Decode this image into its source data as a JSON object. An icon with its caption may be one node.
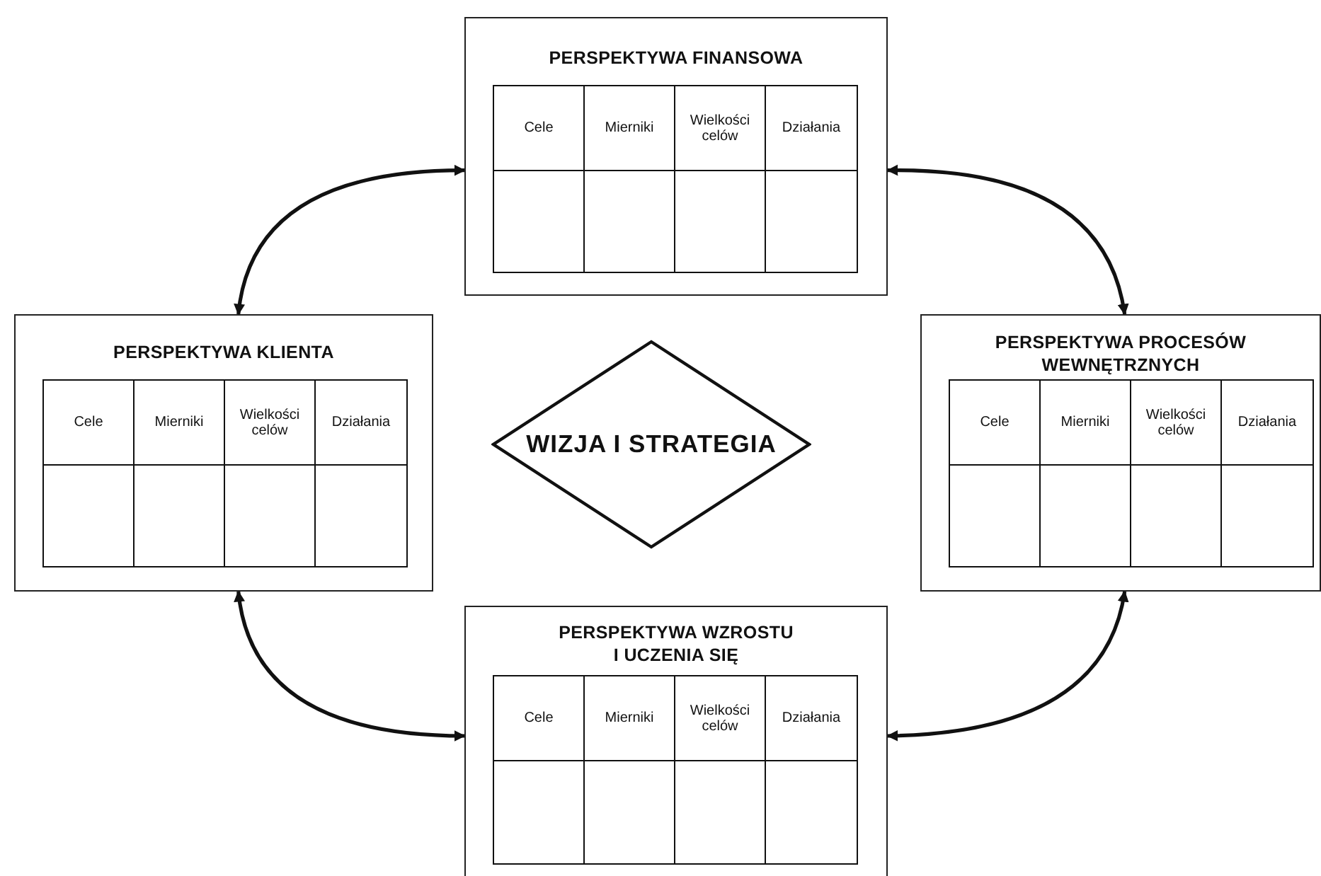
{
  "diagram": {
    "nodes": [
      {
        "text": [
          "PERSPEKTYWA FINANSOWA"
        ]
      },
      {
        "text": [
          "PERSPEKTYWA KLIENTA"
        ]
      },
      {
        "text": [
          "WIZJA I STRATEGIA"
        ]
      },
      {
        "text": [
          "PERSPEKTYWA PROCESÓW WEWNĘTRZNYCH"
        ]
      },
      {
        "text": [
          "PERSPEKTYWA WZROSTU I UCZENIA SIĘ"
        ]
      }
    ],
    "edges": [
      {
        "from": 0,
        "to": 1,
        "arrow": "both"
      },
      {
        "from": 0,
        "to": 3,
        "arrow": "both"
      },
      {
        "from": 1,
        "to": 4,
        "arrow": "both"
      },
      {
        "from": 3,
        "to": 4,
        "arrow": "both"
      }
    ],
    "labels": [
      "Cele",
      "Mierniki",
      "Wielkości celów",
      "Działania",
      "Cele",
      "Mierniki",
      "Wielkości celów",
      "Działania",
      "Cele",
      "Mierniki",
      "Wielkości celów",
      "Działania",
      "Cele",
      "Mierniki",
      "Wielkości celów",
      "Działania"
    ]
  }
}
